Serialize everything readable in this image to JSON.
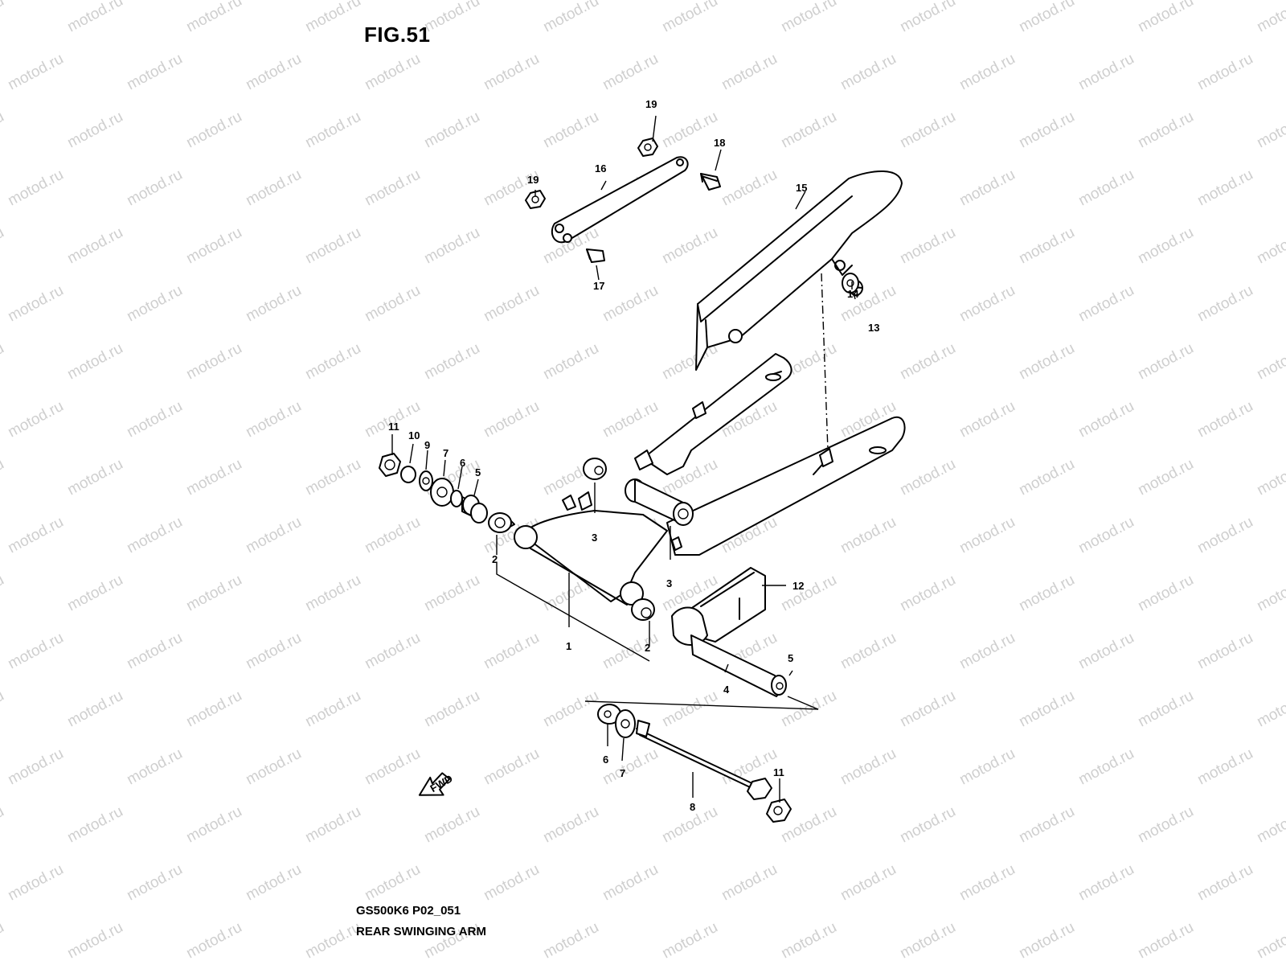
{
  "figure": {
    "title": "FIG.51",
    "model_code": "GS500K6 P02_051",
    "name": "REAR SWINGING ARM"
  },
  "watermark": "motod.ru",
  "fwd_marker": "FWD",
  "callouts": [
    {
      "id": "c1",
      "label": "1"
    },
    {
      "id": "c2a",
      "label": "2"
    },
    {
      "id": "c2b",
      "label": "2"
    },
    {
      "id": "c3a",
      "label": "3"
    },
    {
      "id": "c3b",
      "label": "3"
    },
    {
      "id": "c4",
      "label": "4"
    },
    {
      "id": "c5a",
      "label": "5"
    },
    {
      "id": "c5b",
      "label": "5"
    },
    {
      "id": "c6a",
      "label": "6"
    },
    {
      "id": "c6b",
      "label": "6"
    },
    {
      "id": "c7a",
      "label": "7"
    },
    {
      "id": "c7b",
      "label": "7"
    },
    {
      "id": "c8",
      "label": "8"
    },
    {
      "id": "c9",
      "label": "9"
    },
    {
      "id": "c10",
      "label": "10"
    },
    {
      "id": "c11a",
      "label": "11"
    },
    {
      "id": "c11b",
      "label": "11"
    },
    {
      "id": "c12",
      "label": "12"
    },
    {
      "id": "c13",
      "label": "13"
    },
    {
      "id": "c14",
      "label": "14"
    },
    {
      "id": "c15",
      "label": "15"
    },
    {
      "id": "c16",
      "label": "16"
    },
    {
      "id": "c17",
      "label": "17"
    },
    {
      "id": "c18",
      "label": "18"
    },
    {
      "id": "c19a",
      "label": "19"
    },
    {
      "id": "c19b",
      "label": "19"
    }
  ]
}
